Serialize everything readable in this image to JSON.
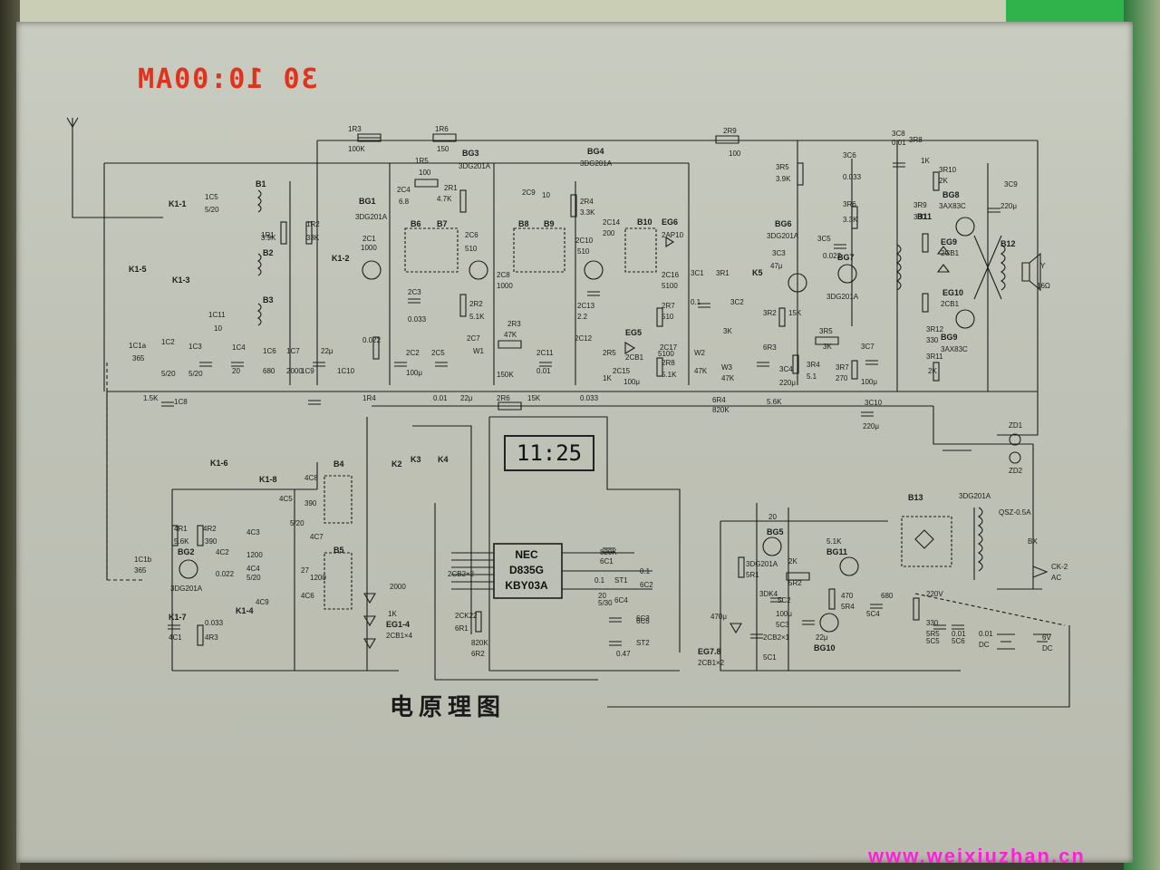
{
  "photo": {
    "stamp": "30 10:00AM",
    "title": "电原理图",
    "watermark": "www.weixiuzhan.cn"
  },
  "clock_display": "11:25",
  "ic": {
    "lines": [
      "NEC",
      "D835G",
      "KBY03A"
    ]
  },
  "colors": {
    "ink": "#1d1d1d",
    "paper": "#c4c7bb",
    "stamp": "#e0321c",
    "watermark": "#ff1fd8",
    "tab": "#2fb34a"
  },
  "labels": {
    "top": [
      {
        "t": "1R3"
      },
      {
        "t": "100K"
      },
      {
        "t": "1R6"
      },
      {
        "t": "150"
      },
      {
        "t": "1R5"
      },
      {
        "t": "100"
      },
      {
        "t": "BG3"
      },
      {
        "t": "3DG201A"
      },
      {
        "t": "BG4"
      },
      {
        "t": "3DG201A"
      },
      {
        "t": "2R9"
      },
      {
        "t": "100"
      },
      {
        "t": "2R1"
      },
      {
        "t": "4.7K"
      },
      {
        "t": "2C4"
      },
      {
        "t": "6.8"
      },
      {
        "t": "2C9"
      },
      {
        "t": "10"
      },
      {
        "t": "2R4"
      },
      {
        "t": "3.3K"
      }
    ],
    "left": [
      {
        "t": "B1"
      },
      {
        "t": "1C5"
      },
      {
        "t": "5/20"
      },
      {
        "t": "K1-1"
      },
      {
        "t": "1R1"
      },
      {
        "t": "3.9K"
      },
      {
        "t": "1R2"
      },
      {
        "t": "33K"
      },
      {
        "t": "BG1"
      },
      {
        "t": "3DG201A"
      },
      {
        "t": "2C1"
      },
      {
        "t": "1000"
      },
      {
        "t": "B2"
      },
      {
        "t": "B3"
      },
      {
        "t": "K1-2"
      },
      {
        "t": "K1-3"
      },
      {
        "t": "K1-5"
      },
      {
        "t": "1C11"
      },
      {
        "t": "10"
      },
      {
        "t": "1C1a"
      },
      {
        "t": "365"
      },
      {
        "t": "1C2"
      },
      {
        "t": "5/20"
      },
      {
        "t": "1C3"
      },
      {
        "t": "5/20"
      },
      {
        "t": "1C4"
      },
      {
        "t": "20"
      },
      {
        "t": "1C6"
      },
      {
        "t": "680"
      },
      {
        "t": "1C7"
      },
      {
        "t": "2000"
      },
      {
        "t": "1C9"
      },
      {
        "t": "22μ"
      },
      {
        "t": "1C10"
      },
      {
        "t": "0.022"
      },
      {
        "t": "1R4"
      },
      {
        "t": "1.5K"
      },
      {
        "t": "1C8"
      },
      {
        "t": "47μ"
      }
    ],
    "mid": [
      {
        "t": "B6"
      },
      {
        "t": "B7"
      },
      {
        "t": "2C6"
      },
      {
        "t": "510"
      },
      {
        "t": "B8"
      },
      {
        "t": "B9"
      },
      {
        "t": "2C8"
      },
      {
        "t": "1000"
      },
      {
        "t": "2C3"
      },
      {
        "t": "0.033"
      },
      {
        "t": "2R2"
      },
      {
        "t": "5.1K"
      },
      {
        "t": "2C10"
      },
      {
        "t": "510"
      },
      {
        "t": "2C14"
      },
      {
        "t": "200"
      },
      {
        "t": "B10"
      },
      {
        "t": "EG6"
      },
      {
        "t": "2AP10"
      },
      {
        "t": "2C16"
      },
      {
        "t": "5100"
      },
      {
        "t": "2C13"
      },
      {
        "t": "2.2"
      },
      {
        "t": "2R3"
      },
      {
        "t": "47K"
      },
      {
        "t": "2C7"
      },
      {
        "t": "W1"
      },
      {
        "t": "150K"
      },
      {
        "t": "2C11"
      },
      {
        "t": "0.01"
      },
      {
        "t": "2C12"
      },
      {
        "t": "2R5"
      },
      {
        "t": "1K"
      },
      {
        "t": "EG5"
      },
      {
        "t": "2CB1"
      },
      {
        "t": "2C15"
      },
      {
        "t": "100μ"
      },
      {
        "t": "2C17"
      },
      {
        "t": "5100"
      },
      {
        "t": "2R7"
      },
      {
        "t": "510"
      },
      {
        "t": "2R8"
      },
      {
        "t": "5.1K"
      },
      {
        "t": "2C2"
      },
      {
        "t": "100μ"
      },
      {
        "t": "2C5"
      },
      {
        "t": "0.01"
      },
      {
        "t": "22μ"
      },
      {
        "t": "2R6"
      },
      {
        "t": "15K"
      },
      {
        "t": "0.033"
      }
    ],
    "right": [
      {
        "t": "3R5"
      },
      {
        "t": "3.9K"
      },
      {
        "t": "3C6"
      },
      {
        "t": "0.033"
      },
      {
        "t": "3C8"
      },
      {
        "t": "0.01"
      },
      {
        "t": "3R8"
      },
      {
        "t": "1K"
      },
      {
        "t": "3R10"
      },
      {
        "t": "2K"
      },
      {
        "t": "BG8"
      },
      {
        "t": "3AX83C"
      },
      {
        "t": "3C9"
      },
      {
        "t": "220μ"
      },
      {
        "t": "BG6"
      },
      {
        "t": "3DG201A"
      },
      {
        "t": "3R6"
      },
      {
        "t": "3.3K"
      },
      {
        "t": "B11"
      },
      {
        "t": "3R9"
      },
      {
        "t": "330"
      },
      {
        "t": "EG9"
      },
      {
        "t": "2CB1"
      },
      {
        "t": "B12"
      },
      {
        "t": "Y"
      },
      {
        "t": "16Ω"
      },
      {
        "t": "3C3"
      },
      {
        "t": "47μ"
      },
      {
        "t": "3C5"
      },
      {
        "t": "0.022"
      },
      {
        "t": "BG7"
      },
      {
        "t": "3DG201A"
      },
      {
        "t": "EG10"
      },
      {
        "t": "2CB1"
      },
      {
        "t": "3C1"
      },
      {
        "t": "0.1"
      },
      {
        "t": "3R1"
      },
      {
        "t": "3K"
      },
      {
        "t": "K5"
      },
      {
        "t": "3C2"
      },
      {
        "t": "3R2"
      },
      {
        "t": "15K"
      },
      {
        "t": "3R12"
      },
      {
        "t": "330"
      },
      {
        "t": "BG9"
      },
      {
        "t": "3AX83C"
      },
      {
        "t": "W2"
      },
      {
        "t": "47K"
      },
      {
        "t": "W3"
      },
      {
        "t": "47K"
      },
      {
        "t": "6R3"
      },
      {
        "t": "5.6K"
      },
      {
        "t": "3C4"
      },
      {
        "t": "220μ"
      },
      {
        "t": "3R4"
      },
      {
        "t": "5.1"
      },
      {
        "t": "3R5"
      },
      {
        "t": "3K"
      },
      {
        "t": "3R7"
      },
      {
        "t": "270"
      },
      {
        "t": "3C7"
      },
      {
        "t": "100μ"
      },
      {
        "t": "3R11"
      },
      {
        "t": "2K"
      },
      {
        "t": "6R4"
      },
      {
        "t": "820K"
      },
      {
        "t": "3C10"
      },
      {
        "t": "220μ"
      },
      {
        "t": "ZD1"
      },
      {
        "t": "ZD2"
      }
    ],
    "bottom": [
      {
        "t": "K1-6"
      },
      {
        "t": "K1-8"
      },
      {
        "t": "4C8"
      },
      {
        "t": "390"
      },
      {
        "t": "B4"
      },
      {
        "t": "4C5"
      },
      {
        "t": "5/20"
      },
      {
        "t": "K3"
      },
      {
        "t": "K4"
      },
      {
        "t": "K2"
      },
      {
        "t": "4R1"
      },
      {
        "t": "5.6K"
      },
      {
        "t": "4R2"
      },
      {
        "t": "390"
      },
      {
        "t": "1C1b"
      },
      {
        "t": "365"
      },
      {
        "t": "BG2"
      },
      {
        "t": "3DG201A"
      },
      {
        "t": "4C2"
      },
      {
        "t": "0.022"
      },
      {
        "t": "4C3"
      },
      {
        "t": "1200"
      },
      {
        "t": "4C7"
      },
      {
        "t": "1200"
      },
      {
        "t": "B5"
      },
      {
        "t": "4C4"
      },
      {
        "t": "5/20"
      },
      {
        "t": "4C6"
      },
      {
        "t": "27"
      },
      {
        "t": "4C9"
      },
      {
        "t": "2000"
      },
      {
        "t": "K1-4"
      },
      {
        "t": "K1-7"
      },
      {
        "t": "4C1"
      },
      {
        "t": "0.033"
      },
      {
        "t": "4R3"
      },
      {
        "t": "1K"
      },
      {
        "t": "EG1-4"
      },
      {
        "t": "2CB1×4"
      },
      {
        "t": "2CB2×2"
      },
      {
        "t": "2CK22"
      },
      {
        "t": "6R1"
      },
      {
        "t": "820K"
      },
      {
        "t": "6R2"
      },
      {
        "t": "820K"
      },
      {
        "t": "6C1"
      },
      {
        "t": "0.1"
      },
      {
        "t": "6C2"
      },
      {
        "t": "0.1"
      },
      {
        "t": "ST1"
      },
      {
        "t": "6C4"
      },
      {
        "t": "5/30"
      },
      {
        "t": "6C3"
      },
      {
        "t": "20"
      },
      {
        "t": "ST2"
      },
      {
        "t": "0.47"
      },
      {
        "t": "6C5"
      },
      {
        "t": "20"
      },
      {
        "t": "BG5"
      },
      {
        "t": "3DG201A"
      },
      {
        "t": "5R1"
      },
      {
        "t": "2K"
      },
      {
        "t": "5R2"
      },
      {
        "t": "5.1K"
      },
      {
        "t": "BG11"
      },
      {
        "t": "3DK4"
      },
      {
        "t": "5C2"
      },
      {
        "t": "100μ"
      },
      {
        "t": "5C3"
      },
      {
        "t": "470"
      },
      {
        "t": "5R4"
      },
      {
        "t": "680"
      },
      {
        "t": "5C4"
      },
      {
        "t": "470μ"
      },
      {
        "t": "EG7.8"
      },
      {
        "t": "2CB1×2"
      },
      {
        "t": "2CB2×1"
      },
      {
        "t": "5C1"
      },
      {
        "t": "22μ"
      },
      {
        "t": "BG10"
      },
      {
        "t": "3DG201A"
      },
      {
        "t": "B13"
      },
      {
        "t": "QSZ-0.5A"
      },
      {
        "t": "BX"
      },
      {
        "t": "CK-2"
      },
      {
        "t": "AC"
      },
      {
        "t": "220V"
      },
      {
        "t": "5R5"
      },
      {
        "t": "330"
      },
      {
        "t": "5C5"
      },
      {
        "t": "0.01"
      },
      {
        "t": "5C6"
      },
      {
        "t": "0.01"
      },
      {
        "t": "DC"
      },
      {
        "t": "6V"
      },
      {
        "t": "DC"
      },
      {
        "t": "1.5V"
      }
    ]
  }
}
